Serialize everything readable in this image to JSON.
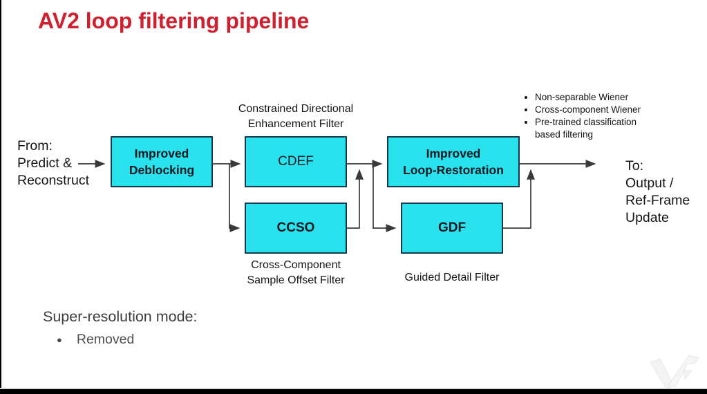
{
  "slide": {
    "title": "AV2 loop filtering pipeline"
  },
  "colors": {
    "title_red": "#d01f2e",
    "box_fill": "#29e2ee",
    "box_border": "#15384a",
    "arrow": "#3a3a3a"
  },
  "pipeline": {
    "from_label": "From:\nPredict &\nReconstruct",
    "to_label": "To:\nOutput /\nRef-Frame\nUpdate",
    "boxes": {
      "deblocking": "Improved\nDeblocking",
      "cdef": "CDEF",
      "ccso": "CCSO",
      "restoration": "Improved\nLoop-Restoration",
      "gdf": "GDF"
    },
    "captions": {
      "cdef": "Constrained Directional\nEnhancement Filter",
      "ccso": "Cross-Component\nSample Offset Filter",
      "gdf": "Guided Detail Filter"
    },
    "restoration_notes": [
      "Non-separable Wiener",
      "Cross-component Wiener",
      "Pre-trained classification based filtering"
    ]
  },
  "superres": {
    "title": "Super-resolution mode:",
    "bullet": "●",
    "items": [
      "Removed"
    ]
  }
}
